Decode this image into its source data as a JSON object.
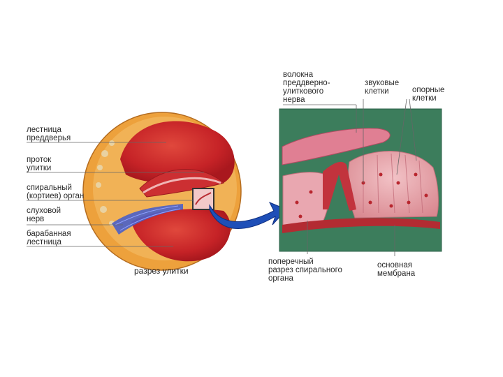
{
  "left_labels": {
    "scala_vestibuli": [
      "лестница",
      "преддверья"
    ],
    "cochlear_duct": [
      "проток",
      "улитки"
    ],
    "organ_of_corti": [
      "спиральный",
      "(кортиев) орган"
    ],
    "auditory_nerve": [
      "слуховой",
      "нерв"
    ],
    "scala_tympani": [
      "барабанная",
      "лестница"
    ]
  },
  "left_caption": "разрез улитки",
  "right_labels": {
    "nerve_fibers": [
      "волокна",
      "преддверно-",
      "улиткового",
      "нерва"
    ],
    "hair_cells": [
      "звуковые",
      "клетки"
    ],
    "supporting_cells": [
      "опорные",
      "клетки"
    ],
    "organ_cross_section": [
      "поперечный",
      "разрез спирального",
      "органа"
    ],
    "basilar_membrane": [
      "основная",
      "мембрана"
    ]
  },
  "colors": {
    "cochlea_outer": "#e9a03c",
    "cochlea_inner": "#c8262a",
    "panel_background": "#3c7d5c",
    "membrane_pink": "#e7a0a8",
    "nerve_blue": "#4a5fc8",
    "arrow_blue": "#1e4fb8"
  }
}
